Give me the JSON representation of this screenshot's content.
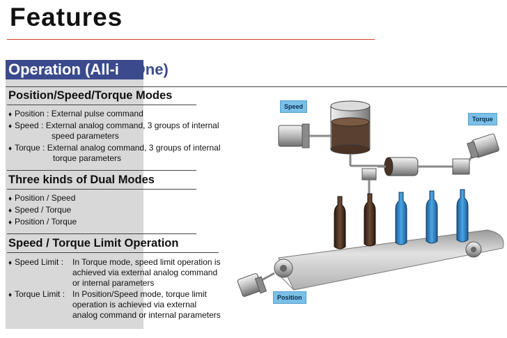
{
  "page": {
    "title": "Features"
  },
  "section": {
    "title_part1": "Operation (All-i",
    "title_part2": "n-One)"
  },
  "modes": {
    "heading": "Position/Speed/Torque Modes",
    "items": [
      {
        "text": "Position : External pulse command"
      },
      {
        "text": "Speed : External analog command, 3 groups of internal",
        "cont": "speed parameters"
      },
      {
        "text": "Torque : External analog command, 3 groups of internal",
        "cont": "torque parameters"
      }
    ]
  },
  "dual": {
    "heading": "Three kinds of Dual Modes",
    "items": [
      "Position / Speed",
      "Speed / Torque",
      "Position / Torque"
    ]
  },
  "limit": {
    "heading": "Speed / Torque Limit Operation",
    "speed_label": "Speed Limit :",
    "speed_lines": [
      "In Torque mode, speed limit operation is",
      "achieved via external analog command",
      "or internal parameters"
    ],
    "torque_label": "Torque Limit :",
    "torque_lines": [
      "In Position/Speed mode, torque limit",
      "operation is achieved via external",
      "analog command or internal parameters"
    ]
  },
  "diagram": {
    "labels": {
      "speed": "Speed",
      "torque": "Torque",
      "position": "Position"
    },
    "colors": {
      "label_bg": "#7ac0e8",
      "bottle_blue": "#2a86c8",
      "bottle_brown": "#4a2e1e",
      "tank_liquid": "#5a4030"
    }
  },
  "bullet_glyph": "♦"
}
